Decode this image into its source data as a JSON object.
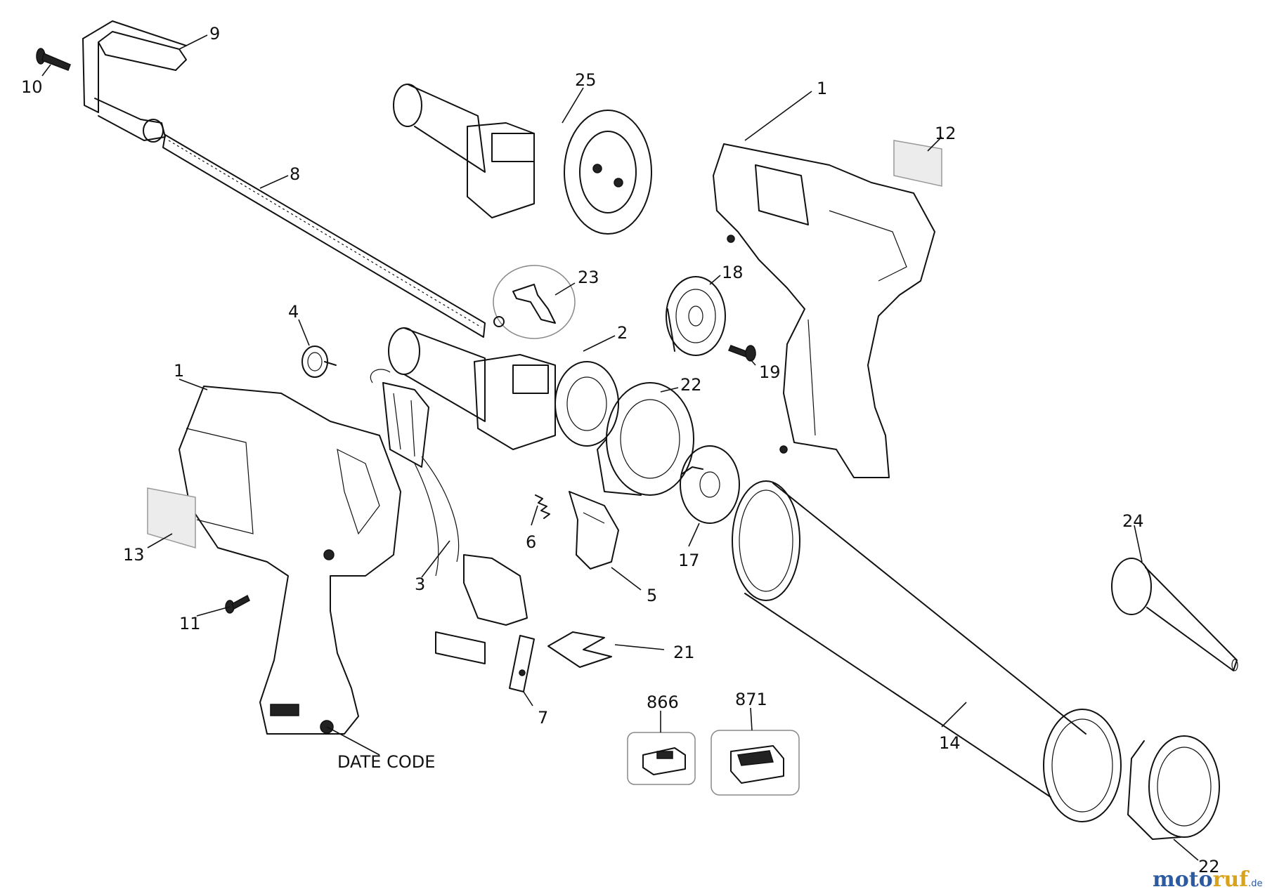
{
  "callouts": {
    "c9": "9",
    "c10": "10",
    "c8": "8",
    "c25": "25",
    "c1_top": "1",
    "c12": "12",
    "c23": "23",
    "c4": "4",
    "c2": "2",
    "c18": "18",
    "c19": "19",
    "c1_left": "1",
    "c22_mid": "22",
    "c13": "13",
    "c6": "6",
    "c17": "17",
    "c3": "3",
    "c5": "5",
    "c24": "24",
    "c11": "11",
    "c21": "21",
    "c7": "7",
    "c866": "866",
    "c871": "871",
    "c14": "14",
    "c22_bottom": "22"
  },
  "date_code": "DATE CODE",
  "watermark": {
    "part_a": "moto",
    "part_b": "ruf",
    "suffix": ".de"
  }
}
